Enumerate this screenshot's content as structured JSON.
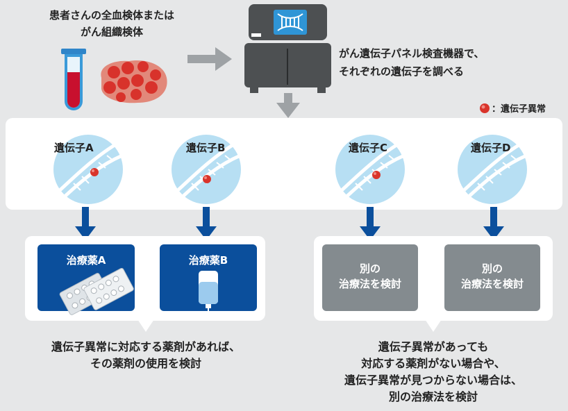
{
  "sample_text": [
    "患者さんの全血検体または",
    "がん組織検体"
  ],
  "machine_text": [
    "がん遺伝子パネル検査機器で、",
    "それぞれの遺伝子を調べる"
  ],
  "legend_text": "：遺伝子異常",
  "genes": [
    {
      "label": "遺伝子A"
    },
    {
      "label": "遺伝子B"
    },
    {
      "label": "遺伝子C"
    },
    {
      "label": "遺伝子D"
    }
  ],
  "treatments": [
    {
      "line1": "治療薬A",
      "line2": ""
    },
    {
      "line1": "治療薬B",
      "line2": ""
    },
    {
      "line1": "別の",
      "line2": "治療法を検討"
    },
    {
      "line1": "別の",
      "line2": "治療法を検討"
    }
  ],
  "caption_left": [
    "遺伝子異常に対応する薬剤があれば、",
    "その薬剤の使用を検討"
  ],
  "caption_right": [
    "遺伝子異常があっても",
    "対応する薬剤がない場合や、",
    "遺伝子異常が見つからない場合は、",
    "別の治療法を検討"
  ],
  "colors": {
    "blue": "#0b4f9c",
    "gray": "#848b8f",
    "dna_circle": "#b7dff3",
    "mutation": "#d9342b",
    "background": "#e6e7e8"
  }
}
